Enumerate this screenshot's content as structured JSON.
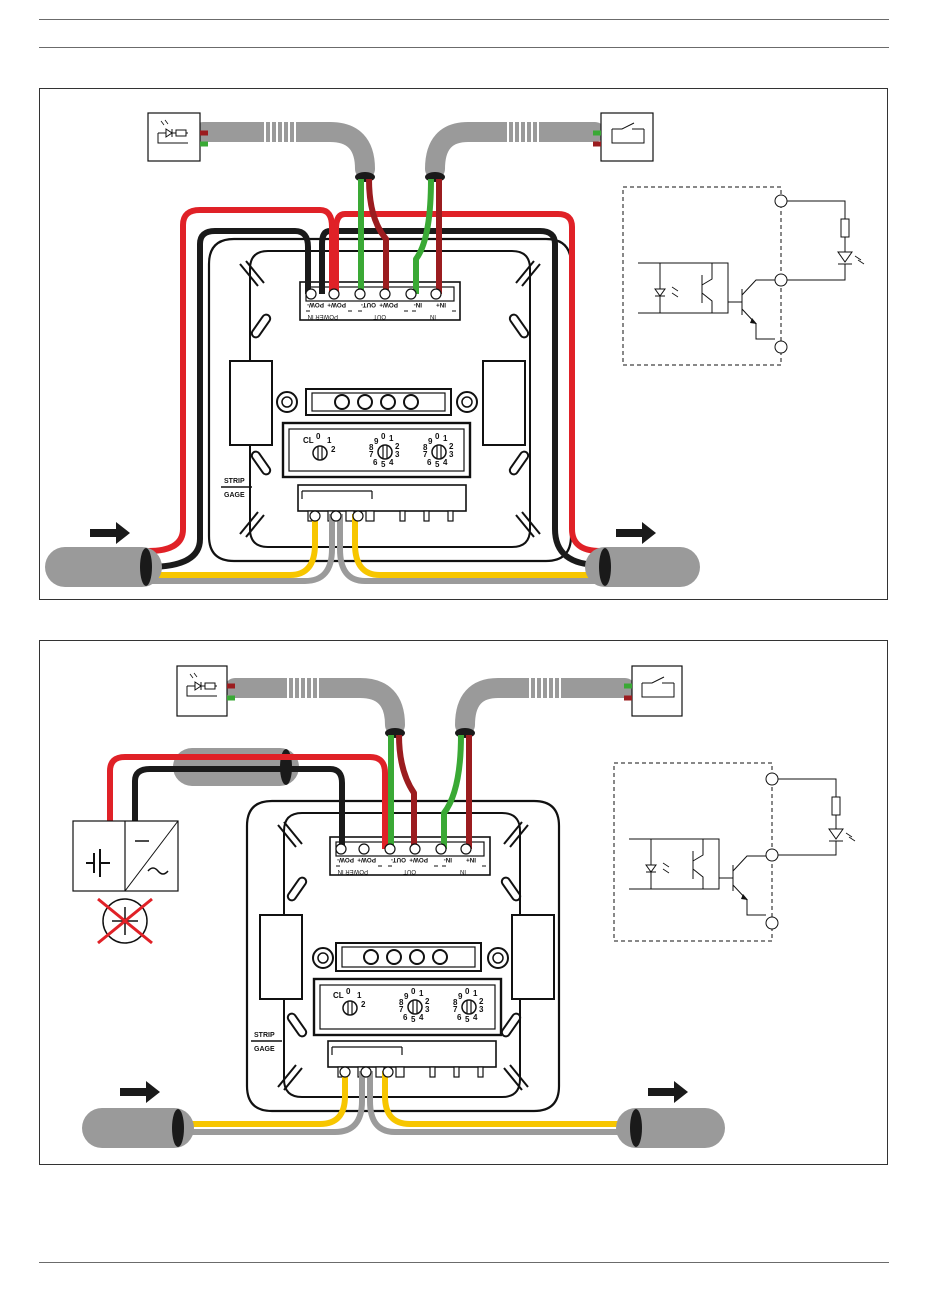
{
  "terminal_labels": [
    "POW-",
    "POW+",
    "OUT-",
    "POW+",
    "IN-",
    "IN+"
  ],
  "terminal_groups": [
    "POWER IN",
    "OUT",
    "IN"
  ],
  "dial_labels": {
    "dial1": [
      "CL",
      "0",
      "1",
      "2"
    ],
    "dial2": [
      "9",
      "0",
      "1",
      "2",
      "3",
      "4",
      "5",
      "6",
      "7",
      "8"
    ],
    "dial3": [
      "9",
      "0",
      "1",
      "2",
      "3",
      "4",
      "5",
      "6",
      "7",
      "8"
    ]
  },
  "strip_gage": [
    "STRIP",
    "GAGE"
  ],
  "wire_colors": {
    "red": "#e02127",
    "black": "#1a1a1a",
    "yellow": "#f7c600",
    "grey": "#9b9b9b",
    "green": "#3aa935",
    "darkred": "#9b1c1f",
    "cable": "#9a9a9a"
  },
  "icons": [
    "led-input-icon",
    "relay-contact-icon",
    "optocoupler-circuit-icon",
    "power-supply-icon",
    "no-battery-icon",
    "direction-arrow-icon"
  ]
}
